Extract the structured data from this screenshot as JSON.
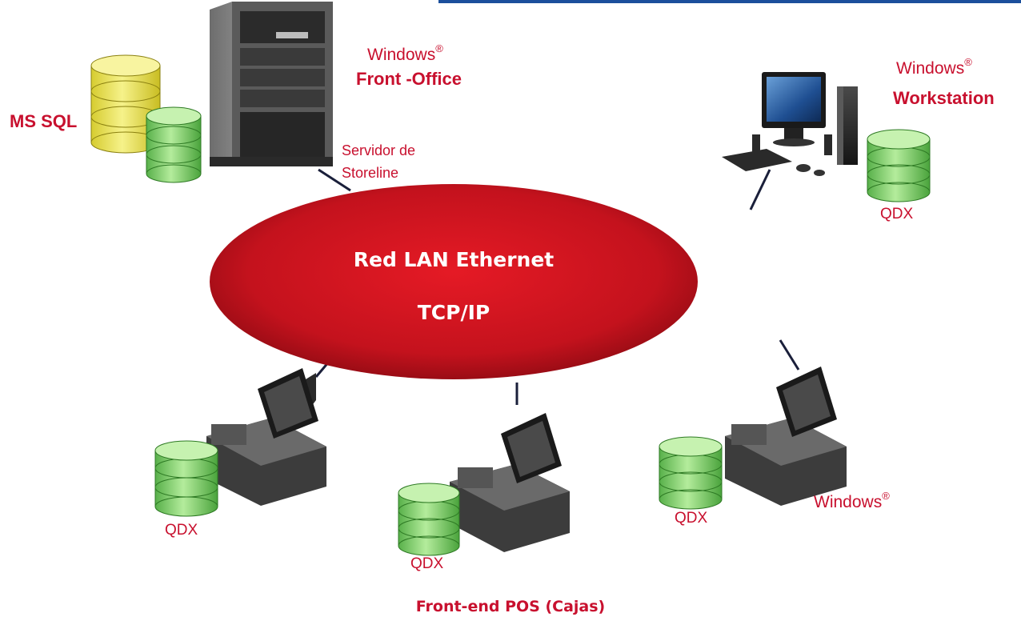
{
  "colors": {
    "network": "#c8102e",
    "db_sql": "#e8e060",
    "db_qdx": "#7ed36a",
    "top_bar": "#1b4f9c"
  },
  "network": {
    "line1": "Red LAN Ethernet",
    "line2": "TCP/IP"
  },
  "server": {
    "os": "Windows",
    "os_mark": "®",
    "role": "Front -Office",
    "name_line1": "Servidor de",
    "name_line2": "Storeline",
    "db_label": "MS SQL"
  },
  "workstation": {
    "os": "Windows",
    "os_mark": "®",
    "role": "Workstation",
    "db_label": "QDX"
  },
  "pos": {
    "left_db_label": "QDX",
    "center_db_label": "QDX",
    "right_db_label": "QDX",
    "right_os": "Windows",
    "right_os_mark": "®"
  },
  "footer": "Front-end POS (Cajas)"
}
